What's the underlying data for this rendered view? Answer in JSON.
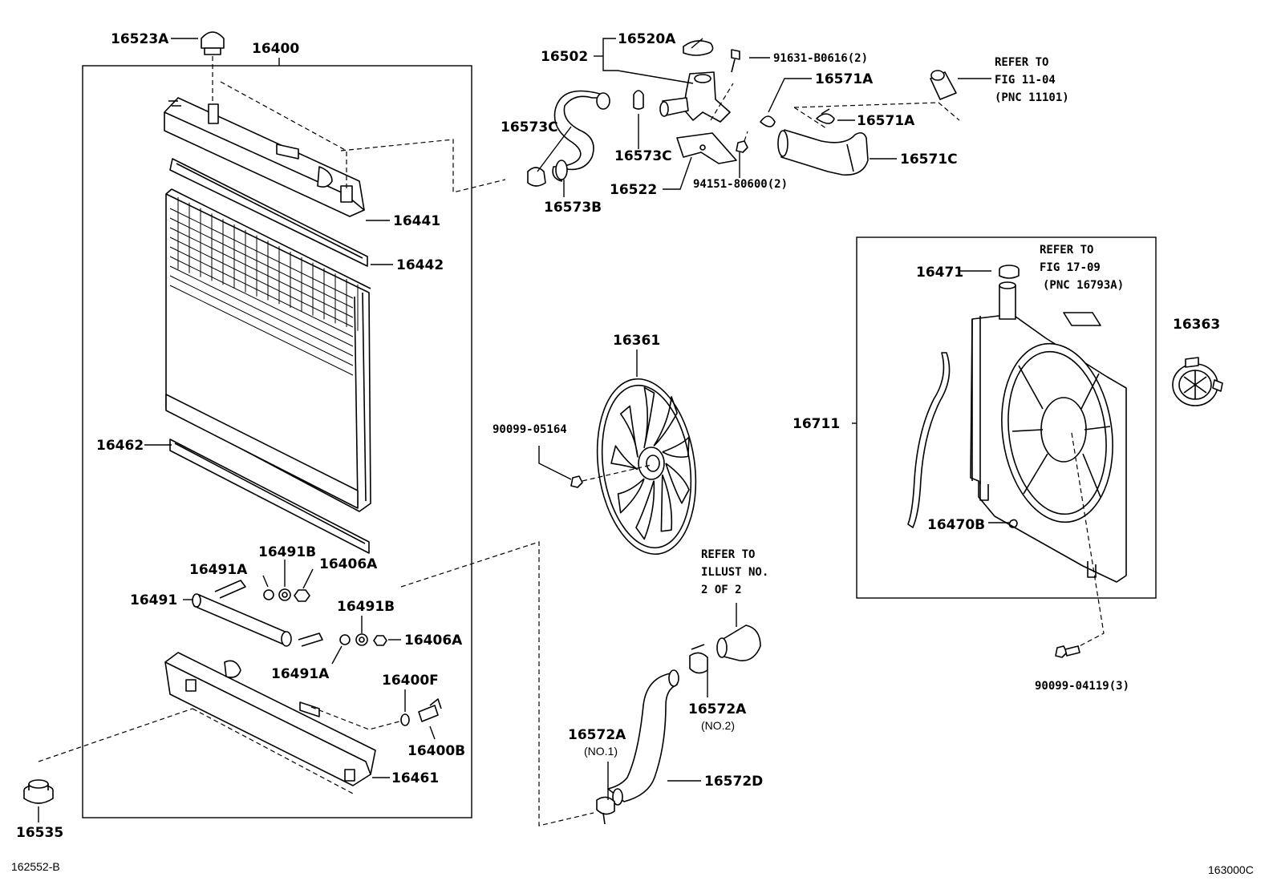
{
  "labels": {
    "p16523A": "16523A",
    "p16400": "16400",
    "p16441": "16441",
    "p16442": "16442",
    "p16462": "16462",
    "p16491B_1": "16491B",
    "p16491A_1": "16491A",
    "p16406A_1": "16406A",
    "p16491": "16491",
    "p16491B_2": "16491B",
    "p16406A_2": "16406A",
    "p16491A_2": "16491A",
    "p16400F": "16400F",
    "p16400B": "16400B",
    "p16461": "16461",
    "p16535": "16535",
    "p16502": "16502",
    "p16520A": "16520A",
    "p91631": "91631-B0616(2)",
    "p16571A_1": "16571A",
    "p16571A_2": "16571A",
    "p16571C": "16571C",
    "p16573C_1": "16573C",
    "p16573C_2": "16573C",
    "p16573B": "16573B",
    "p16522": "16522",
    "p94151": "94151-80600(2)",
    "p16361": "16361",
    "p90099_05164": "90099-05164",
    "p16471": "16471",
    "p16711": "16711",
    "p16470B": "16470B",
    "p16363": "16363",
    "p90099_04119": "90099-04119(3)",
    "p16572A_no1": "16572A",
    "p16572A_no2": "16572A",
    "p16572D": "16572D"
  },
  "notes": {
    "refer1": [
      "REFER TO",
      "FIG 11-04",
      "(PNC 11101)"
    ],
    "refer2": [
      "REFER TO",
      "FIG 17-09",
      "(PNC 16793A)"
    ],
    "refer3": [
      "REFER TO",
      "ILLUST NO.",
      "2 OF 2"
    ],
    "no1": "(NO.1)",
    "no2": "(NO.2)"
  },
  "footer": {
    "left": "162552-B",
    "right": "163000C"
  }
}
